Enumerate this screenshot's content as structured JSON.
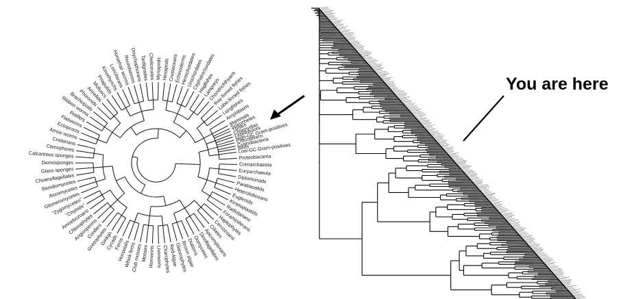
{
  "left_panel": {
    "pointer": "arrow-pointing-to-mammals",
    "leaves": [
      "Birds",
      "Crocodilians",
      "Lepidosaurs",
      "Turtles",
      "Mammals",
      "Amphibians",
      "Lungfishes",
      "Lobe-finned fishes",
      "Ray-finned fishes",
      "Chondrichthyans",
      "Lampreys",
      "Hagfishes",
      "Cephalochordates",
      "Urochordates",
      "Hemichordates",
      "Echinoderms",
      "Crustaceans",
      "Hexapods",
      "Myriapods",
      "Chelicerates",
      "Tardigrades",
      "Onychophorans",
      "Roundworms",
      "Horsehair worms",
      "Loriciferans",
      "Kinorhynchs",
      "Priapulids",
      "Molluscs",
      "Annelids",
      "Phoronids",
      "Brachiopods",
      "Ribbon worms",
      "Rotifers",
      "Flatworms",
      "Ectoprocts",
      "Arrow worms",
      "Cnidarians",
      "Ctenophores",
      "Calcareous sponges",
      "Demosponges",
      "Glass sponges",
      "Choanoflagellates",
      "Basidiomycetes",
      "Ascomycetes",
      "Glomeromycetes",
      "\"Zygomycetes\"",
      "\"Chytrids\"",
      "Amoebozoans",
      "Chlorophytes",
      "Angiosperms",
      "Conifers",
      "Gnetophytes",
      "Ginkgo",
      "Cycads",
      "Ferns",
      "Horsetails",
      "Whisk ferns",
      "Club mosses",
      "Mosses",
      "Hornworts",
      "Liverworts",
      "Charophytes",
      "Red Algae",
      "Glaucophytes",
      "Brown algae",
      "Diatoms",
      "Oomycetes",
      "Dinoflagellates",
      "Apicomplexans",
      "Ciliates",
      "Cercozoans",
      "Haptophytes",
      "Foraminiferans",
      "Radiolarians",
      "Kinetoplastids",
      "Euglenids",
      "Heterolobosans",
      "Parabasalids",
      "Diplomonads",
      "Euryarchaeota",
      "Crenarchaeota",
      "Proteobacteria",
      "Low-GC Gram-positives",
      "Cyanobacteria",
      "High-GC Gram-positives",
      "Chlamydias",
      "Spirochetes"
    ]
  },
  "right_panel": {
    "callout_text": "You are here",
    "tree_style": "dense-ladder-tree"
  },
  "colors": {
    "ink": "#000000",
    "background": "#ffffff"
  }
}
